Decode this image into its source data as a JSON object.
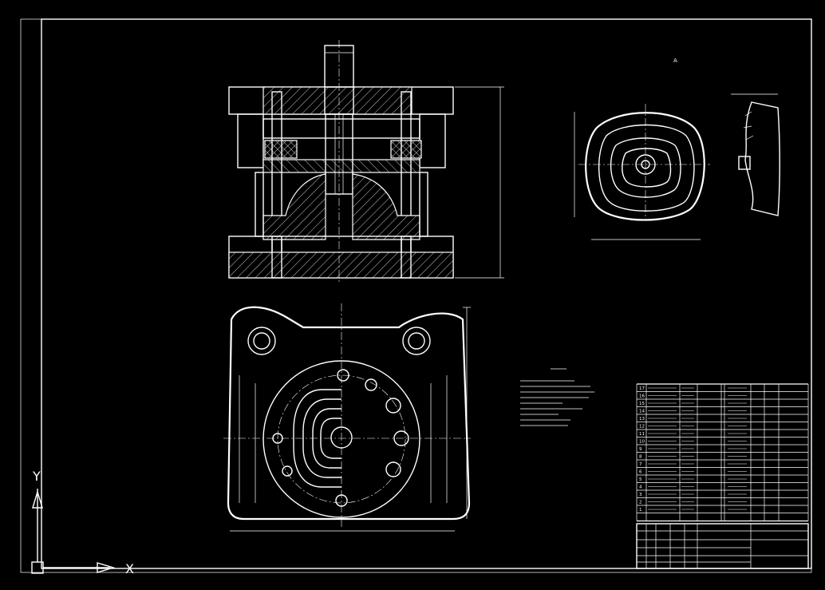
{
  "drawing": {
    "section_mark": "A",
    "detail_label": "",
    "dims_top": {
      "width": "",
      "height": ""
    },
    "dims_plan": {
      "width": "",
      "height": ""
    },
    "dims_part": {
      "width": "",
      "height": ""
    }
  },
  "tech_requirements": {
    "title": "",
    "lines": [
      "",
      "",
      "",
      "",
      "",
      "",
      ""
    ]
  },
  "parts_list": {
    "header": {
      "no": "",
      "code": "",
      "name": "",
      "qty": "",
      "material": "",
      "remark": ""
    },
    "rows": [
      {
        "no": "17"
      },
      {
        "no": "16"
      },
      {
        "no": "15"
      },
      {
        "no": "14"
      },
      {
        "no": "13"
      },
      {
        "no": "12"
      },
      {
        "no": "11"
      },
      {
        "no": "10"
      },
      {
        "no": "9"
      },
      {
        "no": "8"
      },
      {
        "no": "7"
      },
      {
        "no": "6"
      },
      {
        "no": "5"
      },
      {
        "no": "4"
      },
      {
        "no": "3"
      },
      {
        "no": "2"
      },
      {
        "no": "1"
      }
    ]
  },
  "ucs": {
    "y_label": "Y",
    "x_label": "X"
  }
}
